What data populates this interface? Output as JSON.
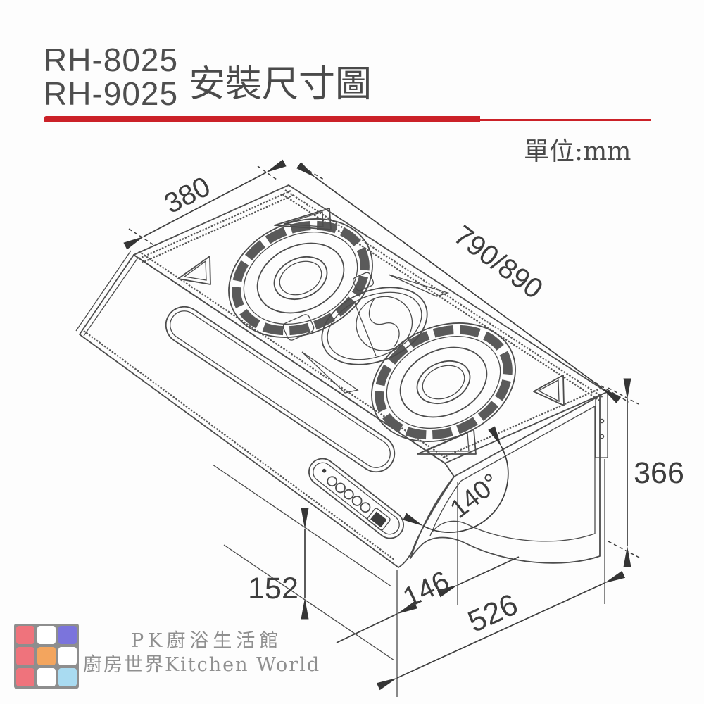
{
  "header": {
    "model_line1": "RH-8025",
    "model_line2": "RH-9025",
    "heading": "安裝尺寸圖",
    "unit_label": "單位:mm",
    "divider_color": "#cb2128"
  },
  "diagram": {
    "unit": "mm",
    "line_color": "#4c4c4c",
    "dimensions": {
      "top_depth": "380",
      "body_width": "790/890",
      "body_height": "366",
      "panel_angle": "140°",
      "front_panel_height": "152",
      "front_depth": "146",
      "bottom_depth": "526"
    }
  },
  "footer": {
    "brand_line1": "PK廚浴生活館",
    "brand_line2": "廚房世界Kitchen World",
    "text_color": "#8f8f8f",
    "logo": {
      "background": "#8e8e8e",
      "cells": [
        "#ef737c",
        "#ffffff",
        "#7b74dc",
        "#ef737c",
        "#f3a55e",
        "#ffffff",
        "#ef737c",
        "#ffffff",
        "#a9dbf1"
      ]
    }
  }
}
